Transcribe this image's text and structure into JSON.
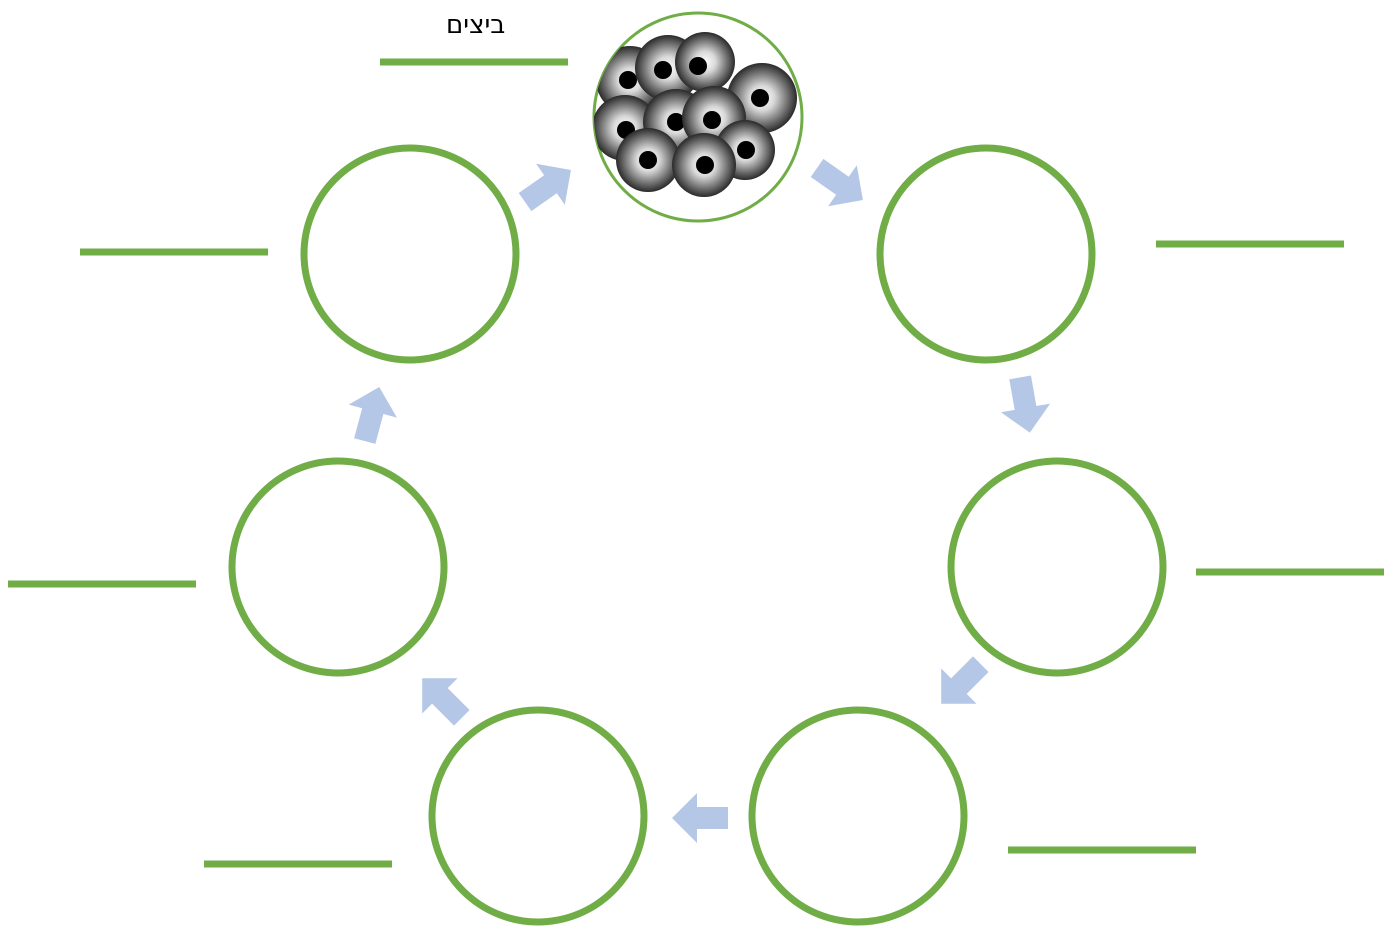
{
  "diagram": {
    "title_label": "ביצים",
    "colors": {
      "circle_stroke": "#70ad47",
      "label_line": "#70ad47",
      "arrow_fill": "#b4c7e7",
      "egg_ring": "#808080",
      "egg_dot": "#000000"
    },
    "stages": [
      {
        "id": "eggs",
        "image": "frog-eggs-cluster-icon",
        "label": "ביצים"
      },
      {
        "id": "stage-2",
        "label": ""
      },
      {
        "id": "stage-3",
        "label": ""
      },
      {
        "id": "stage-4",
        "label": ""
      },
      {
        "id": "stage-5",
        "label": ""
      },
      {
        "id": "stage-6",
        "label": ""
      },
      {
        "id": "stage-7",
        "label": ""
      }
    ],
    "arrow_direction": "clockwise"
  }
}
